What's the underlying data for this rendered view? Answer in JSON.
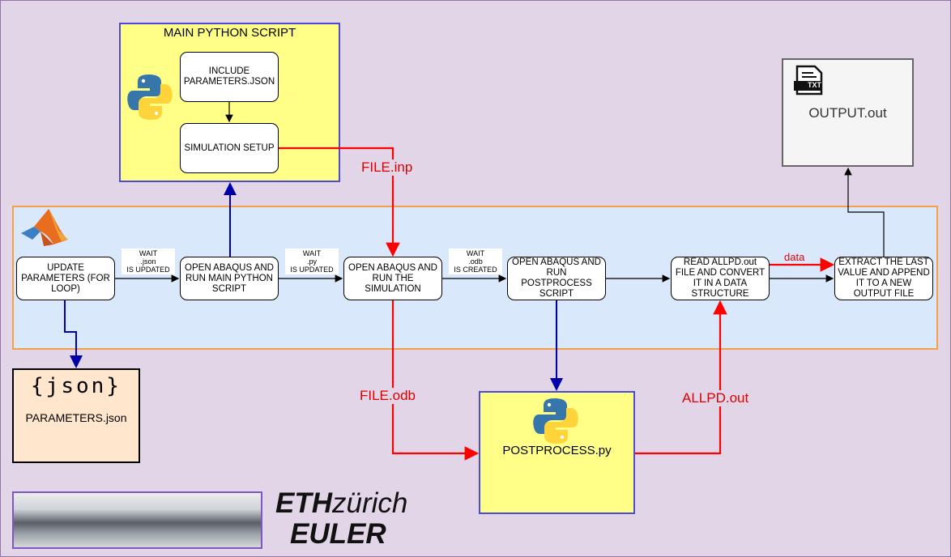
{
  "main_script": {
    "title": "MAIN PYTHON SCRIPT"
  },
  "nodes": {
    "include_params": "INCLUDE PARAMETERS.JSON",
    "simulation_setup": "SIMULATION SETUP",
    "update_params": "UPDATE PARAMETERS (FOR LOOP)",
    "open_abaqus_main": "OPEN ABAQUS AND RUN MAIN PYTHON SCRIPT",
    "open_abaqus_sim": "OPEN ABAQUS AND RUN THE SIMULATION",
    "open_abaqus_post": "OPEN ABAQUS AND RUN POSTPROCESS SCRIPT",
    "read_allpd": "READ ALLPD.out FILE AND CONVERT IT IN A DATA STRUCTURE",
    "extract_last": "EXTRACT THE LAST VALUE AND APPEND IT TO A NEW OUTPUT FILE"
  },
  "notes": {
    "wait_json": "WAIT\n.json\nIS UPDATED",
    "wait_py": "WAIT\n.py\nIS UPDATED",
    "wait_odb": "WAIT\n.odb\nIS CREATED"
  },
  "edge_labels": {
    "file_inp": "FILE.inp",
    "file_odb": "FILE.odb",
    "allpd_out": "ALLPD.out",
    "data": "data"
  },
  "json_file": {
    "logo": "{json}",
    "label": "PARAMETERS.json"
  },
  "output_file": {
    "icon_text": "TXT",
    "label": "OUTPUT.out"
  },
  "postprocess": {
    "label": "POSTPROCESS.py"
  },
  "branding": {
    "eth_bold": "ETH",
    "eth_rest": "zürich",
    "euler": "EULER"
  },
  "colors": {
    "red_flow": "#ff0000",
    "blue_flow": "#0000aa",
    "black_flow": "#000000"
  }
}
